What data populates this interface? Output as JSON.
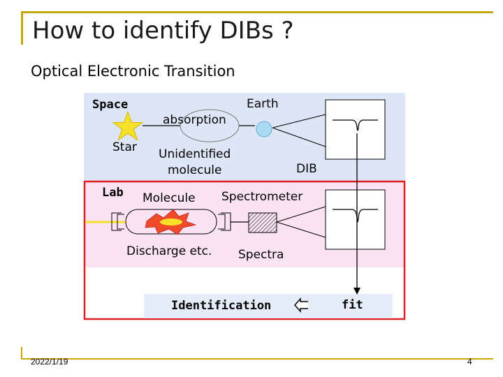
{
  "slide": {
    "title": "How to identify DIBs ?",
    "subtitle": "Optical Electronic Transition",
    "date": "2022/1/19",
    "page_number": "4"
  },
  "diagram": {
    "space_label": "Space",
    "earth_label": "Earth",
    "absorption_label": "absorption",
    "star_label": "Star",
    "unidentified_molecule_label": [
      "Unidentified",
      "molecule"
    ],
    "dib_label": "DIB",
    "lab_label": "Lab",
    "molecule_label": "Molecule",
    "spectrometer_label": "Spectrometer",
    "discharge_label": "Discharge etc.",
    "spectra_label": "Spectra",
    "identification_label": "Identification",
    "fit_label": "fit"
  },
  "colors": {
    "frame": "#c8a800",
    "space_panel": "#dde6f6",
    "lab_panel": "#fbe3f4",
    "lab_border": "#e02020",
    "star": "#f7e02a",
    "earth": "#a9dcf4",
    "identification_bg": "#e5ecfa"
  }
}
